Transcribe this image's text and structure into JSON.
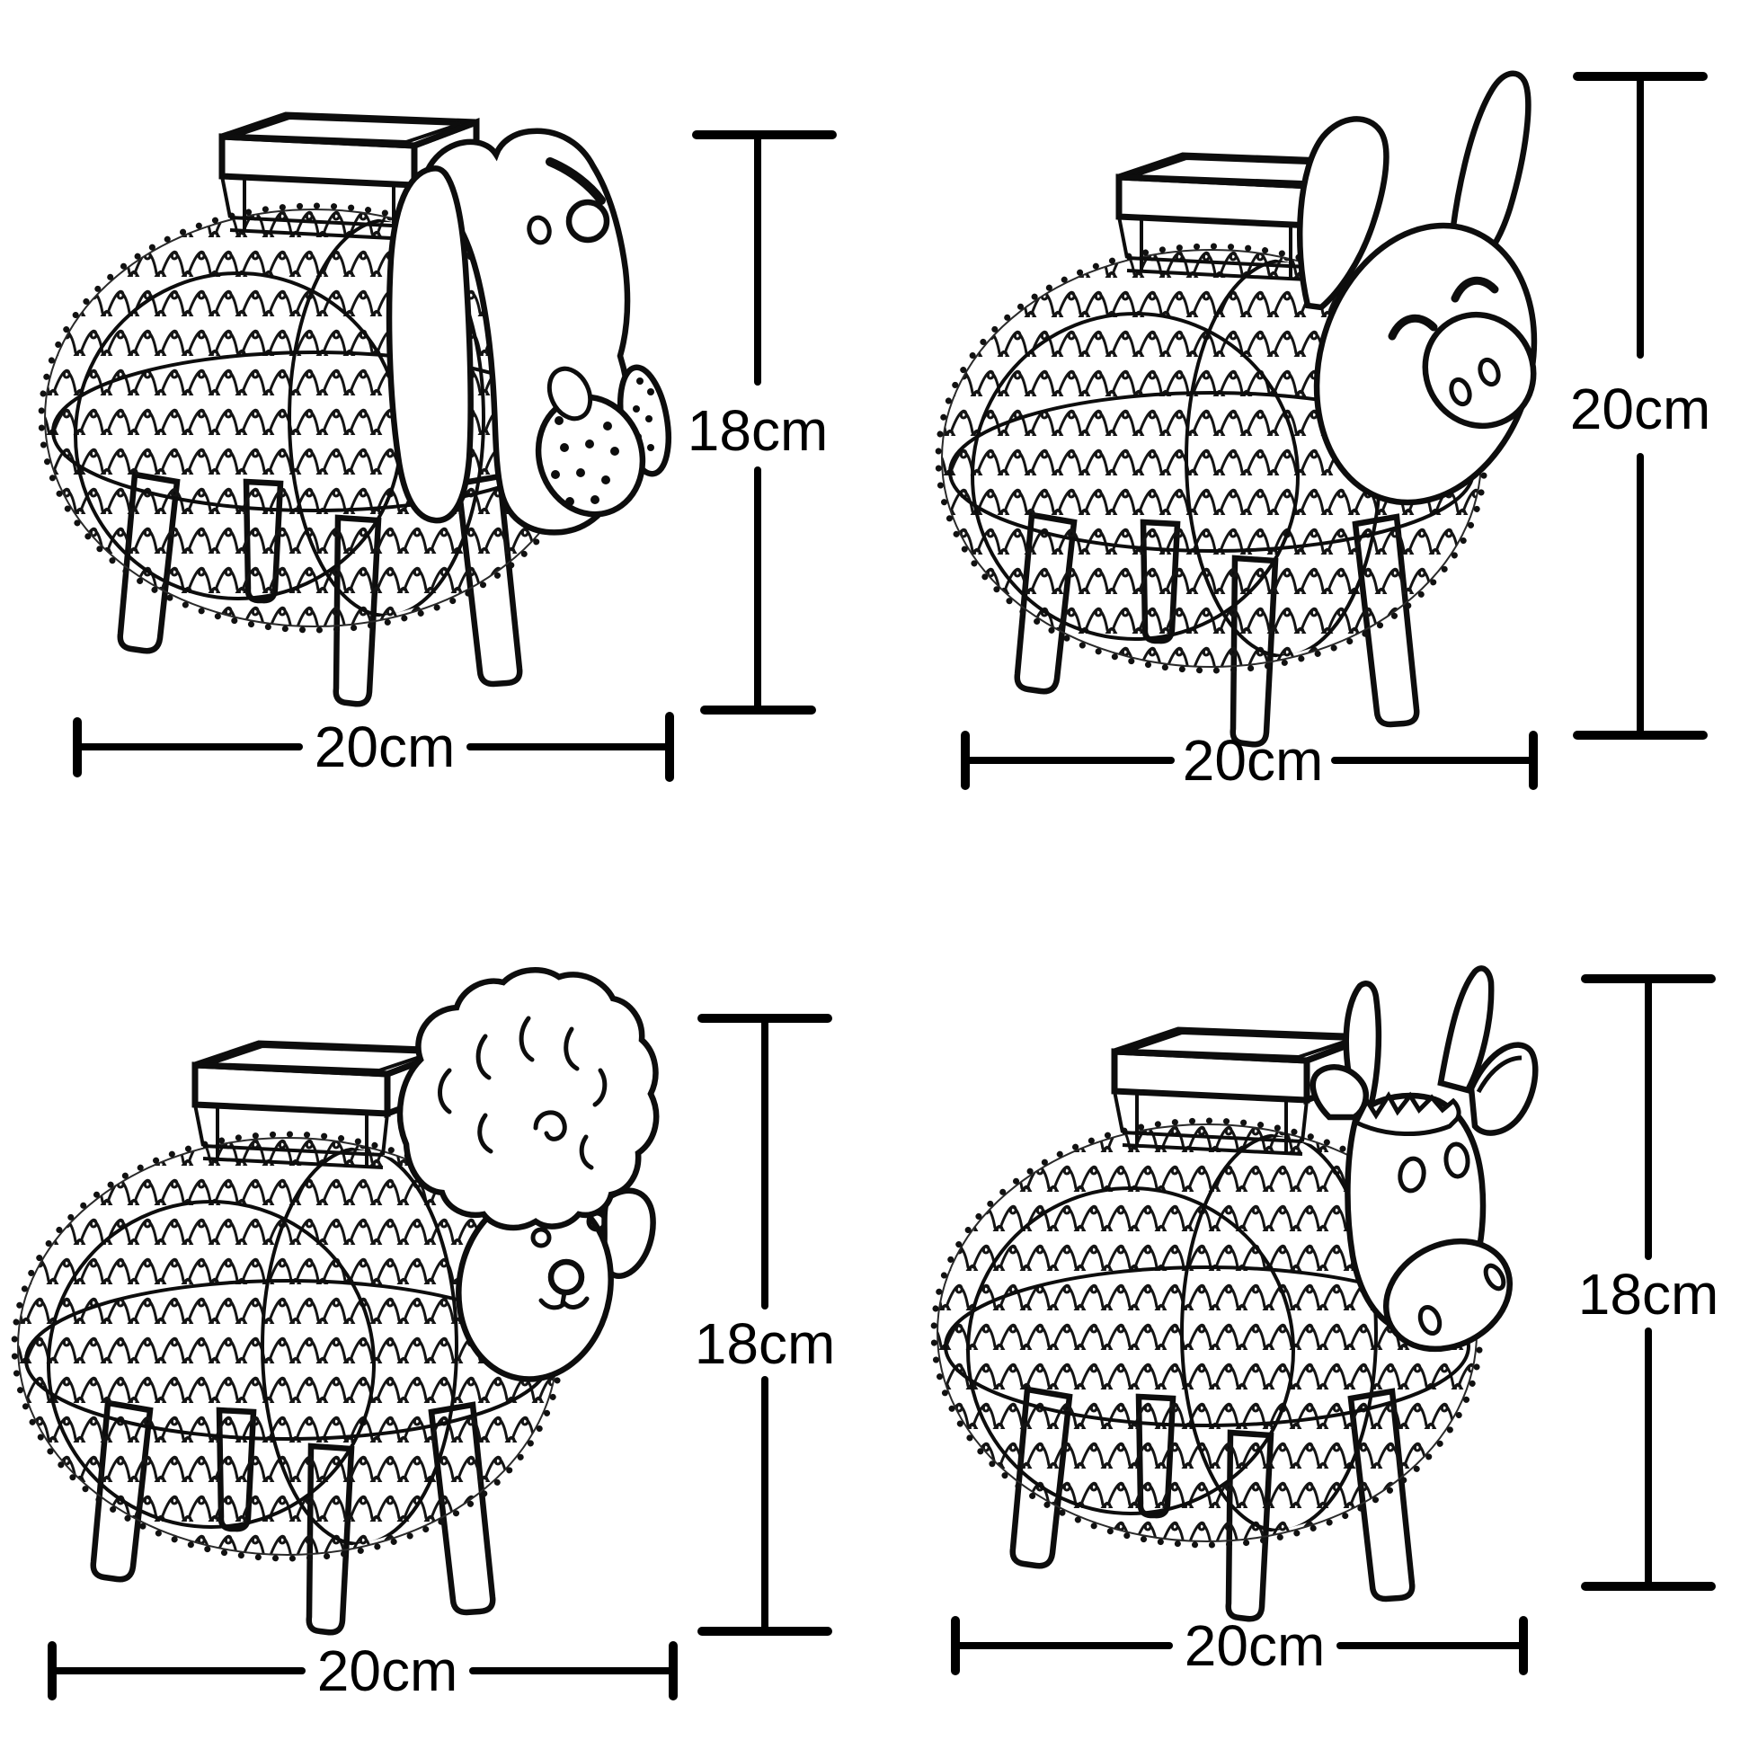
{
  "page": {
    "background_color": "#ffffff",
    "line_color": "#000000",
    "description": "Size diagram of four animal-shaped wire solar lanterns"
  },
  "panels": [
    {
      "animal": "dog",
      "position": "top-left",
      "height_label": "18cm",
      "width_label": "20cm"
    },
    {
      "animal": "pig",
      "position": "top-right",
      "height_label": "20cm",
      "width_label": "20cm"
    },
    {
      "animal": "sheep",
      "position": "bottom-left",
      "height_label": "18cm",
      "width_label": "20cm"
    },
    {
      "animal": "cow",
      "position": "bottom-right",
      "height_label": "18cm",
      "width_label": "20cm"
    }
  ]
}
